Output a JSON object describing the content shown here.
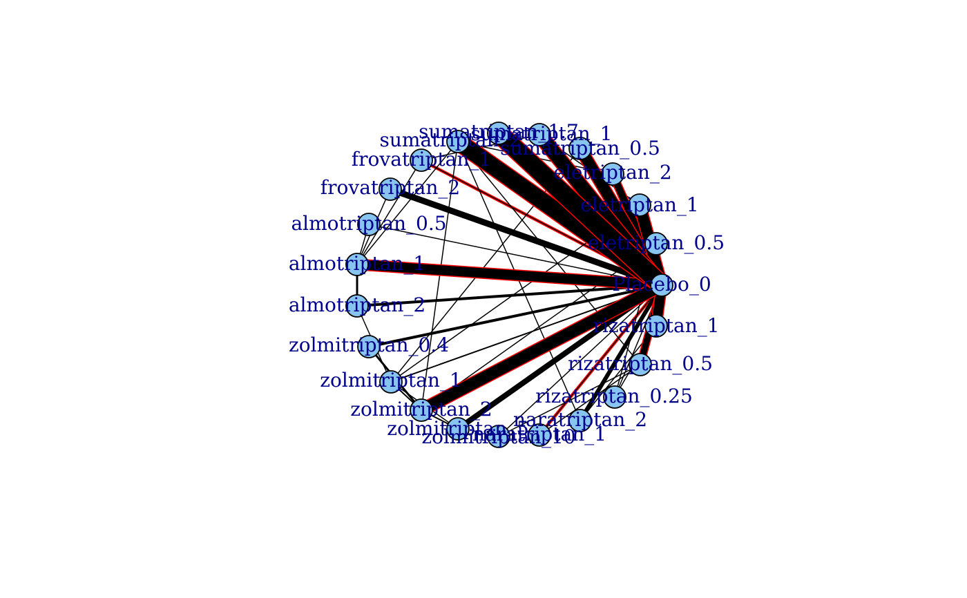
{
  "colors": {
    "node_fill": "#87c5f0",
    "node_stroke": "#000000",
    "label": "#00008b",
    "edge": "#000000",
    "edge_highlight": "#ff0000",
    "background": "#ffffff"
  },
  "nodes": [
    {
      "id": "placebo",
      "label": "Placebo_0"
    },
    {
      "id": "riza1",
      "label": "rizatriptan_1"
    },
    {
      "id": "riza05",
      "label": "rizatriptan_0.5"
    },
    {
      "id": "riza025",
      "label": "rizatriptan_0.25"
    },
    {
      "id": "nara2",
      "label": "naratriptan_2"
    },
    {
      "id": "nara1",
      "label": "naratriptan_1"
    },
    {
      "id": "zolm10",
      "label": "zolmitriptan_10"
    },
    {
      "id": "zolm5",
      "label": "zolmitriptan_5"
    },
    {
      "id": "zolm2",
      "label": "zolmitriptan_2"
    },
    {
      "id": "zolm1",
      "label": "zolmitriptan_1"
    },
    {
      "id": "zolm04",
      "label": "zolmitriptan_0.4"
    },
    {
      "id": "almo2",
      "label": "almotriptan_2"
    },
    {
      "id": "almo1",
      "label": "almotriptan_1"
    },
    {
      "id": "almo05",
      "label": "almotriptan_0.5"
    },
    {
      "id": "frova2",
      "label": "frovatriptan_2"
    },
    {
      "id": "frova1",
      "label": "frovatriptan_1"
    },
    {
      "id": "suma2",
      "label": "sumatriptan_2"
    },
    {
      "id": "suma17",
      "label": "sumatriptan_1.7"
    },
    {
      "id": "suma1",
      "label": "sumatriptan_1"
    },
    {
      "id": "suma05",
      "label": "sumatriptan_0.5"
    },
    {
      "id": "ele2",
      "label": "eletriptan_2"
    },
    {
      "id": "ele1",
      "label": "eletriptan_1"
    },
    {
      "id": "ele05",
      "label": "eletriptan_0.5"
    }
  ],
  "edges": [
    {
      "from": "placebo",
      "to": "suma17",
      "weight": 26,
      "highlight": true
    },
    {
      "from": "placebo",
      "to": "suma2",
      "weight": 24,
      "highlight": true
    },
    {
      "from": "placebo",
      "to": "suma1",
      "weight": 20,
      "highlight": true
    },
    {
      "from": "placebo",
      "to": "suma05",
      "weight": 16,
      "highlight": true
    },
    {
      "from": "placebo",
      "to": "ele2",
      "weight": 10,
      "highlight": true
    },
    {
      "from": "placebo",
      "to": "ele1",
      "weight": 16,
      "highlight": true
    },
    {
      "from": "placebo",
      "to": "ele05",
      "weight": 8,
      "highlight": false
    },
    {
      "from": "placebo",
      "to": "riza1",
      "weight": 14,
      "highlight": true
    },
    {
      "from": "placebo",
      "to": "riza05",
      "weight": 9,
      "highlight": true
    },
    {
      "from": "placebo",
      "to": "almo1",
      "weight": 14,
      "highlight": true
    },
    {
      "from": "placebo",
      "to": "almo2",
      "weight": 4,
      "highlight": false
    },
    {
      "from": "placebo",
      "to": "almo05",
      "weight": 1.5,
      "highlight": false
    },
    {
      "from": "placebo",
      "to": "zolm1",
      "weight": 2,
      "highlight": false
    },
    {
      "from": "placebo",
      "to": "zolm04",
      "weight": 4,
      "highlight": false
    },
    {
      "from": "placebo",
      "to": "zolm2",
      "weight": 17,
      "highlight": true
    },
    {
      "from": "placebo",
      "to": "zolm5",
      "weight": 8,
      "highlight": false
    },
    {
      "from": "placebo",
      "to": "frova1",
      "weight": 1.5,
      "highlight": true
    },
    {
      "from": "placebo",
      "to": "frova2",
      "weight": 9,
      "highlight": false
    },
    {
      "from": "placebo",
      "to": "nara1",
      "weight": 1.5,
      "highlight": true
    },
    {
      "from": "placebo",
      "to": "nara2",
      "weight": 6,
      "highlight": false
    },
    {
      "from": "placebo",
      "to": "zolm10",
      "weight": 1.5,
      "highlight": false
    },
    {
      "from": "placebo",
      "to": "riza025",
      "weight": 1.5,
      "highlight": false
    },
    {
      "from": "almo1",
      "to": "almo2",
      "weight": 3,
      "highlight": false
    },
    {
      "from": "almo1",
      "to": "almo05",
      "weight": 1.5,
      "highlight": false
    },
    {
      "from": "almo1",
      "to": "frova2",
      "weight": 1.5,
      "highlight": false
    },
    {
      "from": "almo1",
      "to": "frova1",
      "weight": 1.5,
      "highlight": false
    },
    {
      "from": "almo1",
      "to": "suma2",
      "weight": 1.5,
      "highlight": false
    },
    {
      "from": "almo2",
      "to": "zolm1",
      "weight": 1.5,
      "highlight": false
    },
    {
      "from": "zolm04",
      "to": "zolm2",
      "weight": 3,
      "highlight": false
    },
    {
      "from": "zolm1",
      "to": "zolm2",
      "weight": 2,
      "highlight": false
    },
    {
      "from": "zolm1",
      "to": "zolm5",
      "weight": 1.5,
      "highlight": false
    },
    {
      "from": "zolm2",
      "to": "zolm5",
      "weight": 2,
      "highlight": false
    },
    {
      "from": "zolm1",
      "to": "ele1",
      "weight": 1.5,
      "highlight": false
    },
    {
      "from": "zolm1",
      "to": "suma05",
      "weight": 1.5,
      "highlight": false
    },
    {
      "from": "zolm2",
      "to": "suma2",
      "weight": 1.5,
      "highlight": false
    },
    {
      "from": "zolm10",
      "to": "riza05",
      "weight": 1.5,
      "highlight": false
    },
    {
      "from": "nara2",
      "to": "riza1",
      "weight": 1.5,
      "highlight": false
    },
    {
      "from": "nara1",
      "to": "riza05",
      "weight": 1.5,
      "highlight": false
    },
    {
      "from": "riza025",
      "to": "riza1",
      "weight": 1.5,
      "highlight": false
    },
    {
      "from": "riza025",
      "to": "ele05",
      "weight": 1.5,
      "highlight": false
    },
    {
      "from": "nara2",
      "to": "suma2",
      "weight": 1.5,
      "highlight": false
    },
    {
      "from": "riza05",
      "to": "suma2",
      "weight": 1.5,
      "highlight": false
    },
    {
      "from": "frova1",
      "to": "suma1",
      "weight": 1.5,
      "highlight": false
    },
    {
      "from": "suma2",
      "to": "ele2",
      "weight": 1.5,
      "highlight": false
    },
    {
      "from": "suma1",
      "to": "ele1",
      "weight": 1.5,
      "highlight": false
    },
    {
      "from": "zolm2",
      "to": "ele05",
      "weight": 1.5,
      "highlight": false
    }
  ]
}
